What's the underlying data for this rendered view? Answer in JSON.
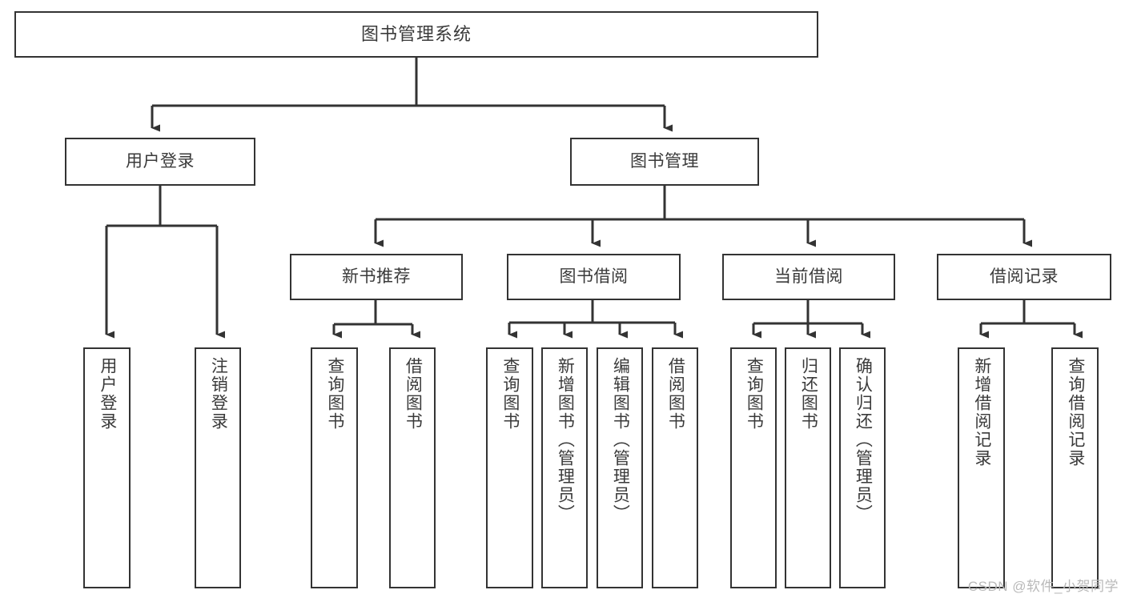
{
  "diagram": {
    "title": "图书管理系统",
    "type": "tree-hierarchy-diagram",
    "colors": {
      "box_border": "#333333",
      "box_fill": "#ffffff",
      "text": "#3a3a3a",
      "edge": "#333333",
      "watermark": "#b9b9b9",
      "canvas": "#ffffff"
    },
    "root": {
      "label": "图书管理系统"
    },
    "level2": [
      {
        "label": "用户登录"
      },
      {
        "label": "图书管理"
      }
    ],
    "level3": [
      {
        "label": "新书推荐"
      },
      {
        "label": "图书借阅"
      },
      {
        "label": "当前借阅"
      },
      {
        "label": "借阅记录"
      }
    ],
    "leaves": {
      "user_login": [
        {
          "label": "用户登录"
        },
        {
          "label": "注销登录"
        }
      ],
      "new_book_recommend": [
        {
          "label": "查询图书"
        },
        {
          "label": "借阅图书"
        }
      ],
      "book_borrow": [
        {
          "label": "查询图书"
        },
        {
          "label": "新增图书（管理员）"
        },
        {
          "label": "编辑图书（管理员）"
        },
        {
          "label": "借阅图书"
        }
      ],
      "current_borrow": [
        {
          "label": "查询图书"
        },
        {
          "label": "归还图书"
        },
        {
          "label": "确认归还（管理员）"
        }
      ],
      "borrow_record": [
        {
          "label": "新增借阅记录"
        },
        {
          "label": "查询借阅记录"
        }
      ]
    }
  },
  "watermark": {
    "text": "CSDN @软件_小贺同学"
  }
}
